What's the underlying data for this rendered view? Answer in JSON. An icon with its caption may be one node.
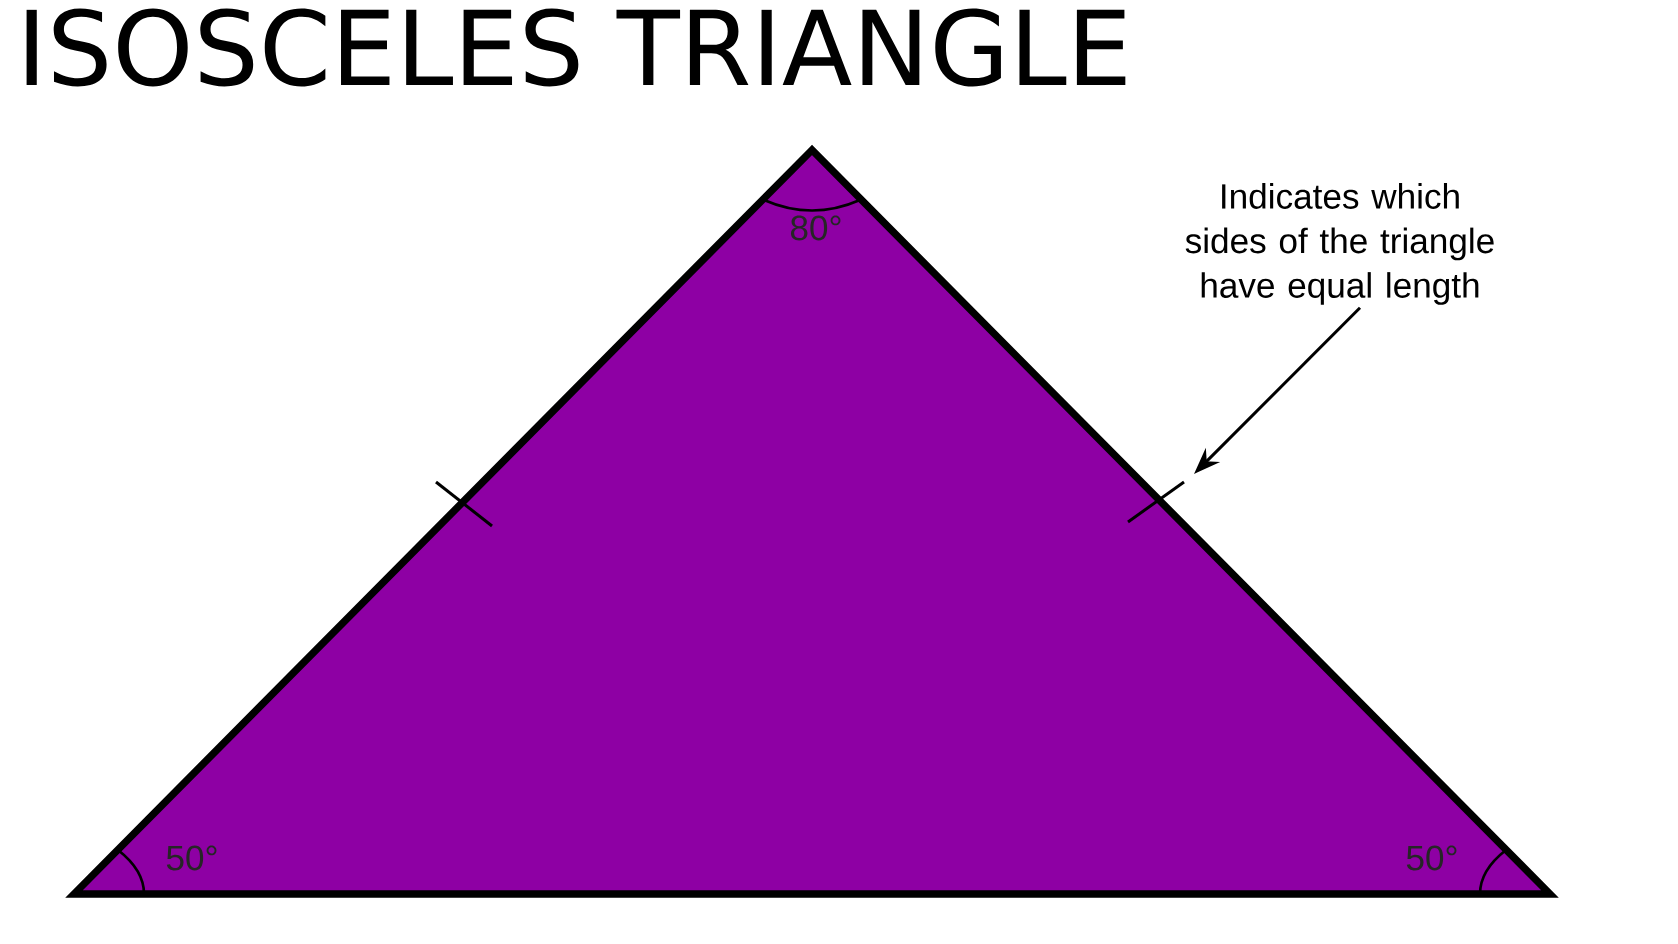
{
  "diagram": {
    "title": "ISOSCELES TRIANGLE",
    "nodes": [
      {
        "text": [
          "Indicates which sides of the triangle have equal length"
        ]
      },
      {
        "text": [],
        "shape": "tick"
      }
    ],
    "edges": [
      {
        "from": 0,
        "to": 1,
        "arrow": "to"
      }
    ],
    "labels": [
      "80°",
      "50°",
      "50°"
    ]
  }
}
